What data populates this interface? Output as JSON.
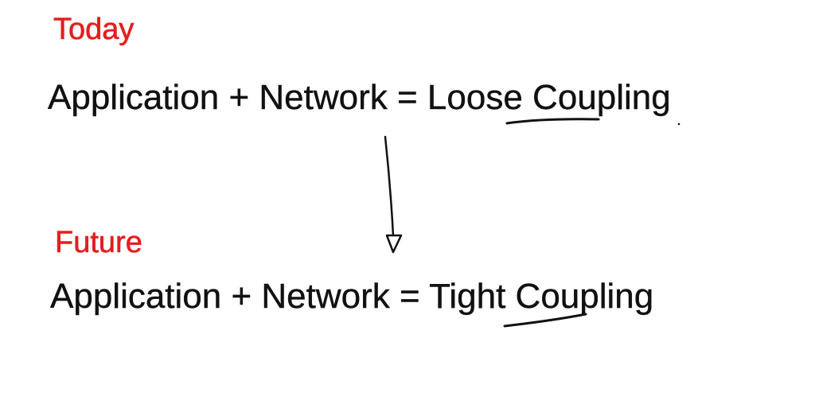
{
  "today": {
    "label": "Today",
    "left": "Application + Network = ",
    "emphasis": "Loose",
    "right": " Coupling"
  },
  "future": {
    "label": "Future",
    "left": "Application + Network = ",
    "emphasis": "Tight",
    "right": " Coupling"
  },
  "colors": {
    "heading": "#e41e1e",
    "text": "#111111",
    "ink": "#111111"
  },
  "icons": {
    "arrow": "hand-drawn-down-arrow",
    "underline": "hand-drawn-underline"
  }
}
